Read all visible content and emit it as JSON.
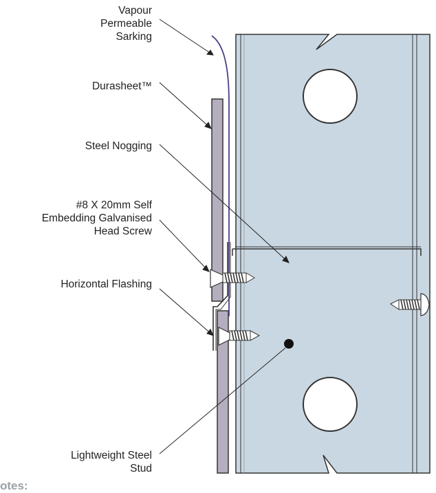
{
  "labels": {
    "sarking": [
      "Vapour",
      "Permeable",
      "Sarking"
    ],
    "durasheet": "Durasheet™",
    "nogging": "Steel Nogging",
    "screw": [
      "#8 X 20mm Self",
      "Embedding Galvanised",
      "Head Screw"
    ],
    "flashing": "Horizontal Flashing",
    "stud": [
      "Lightweight Steel",
      "Stud"
    ]
  },
  "notes_heading": "otes:",
  "colors": {
    "stud_fill": "#c9d7e2",
    "sheet_fill": "#b4aebe",
    "sarking_stroke": "#4b3f86",
    "outline": "#333333"
  }
}
